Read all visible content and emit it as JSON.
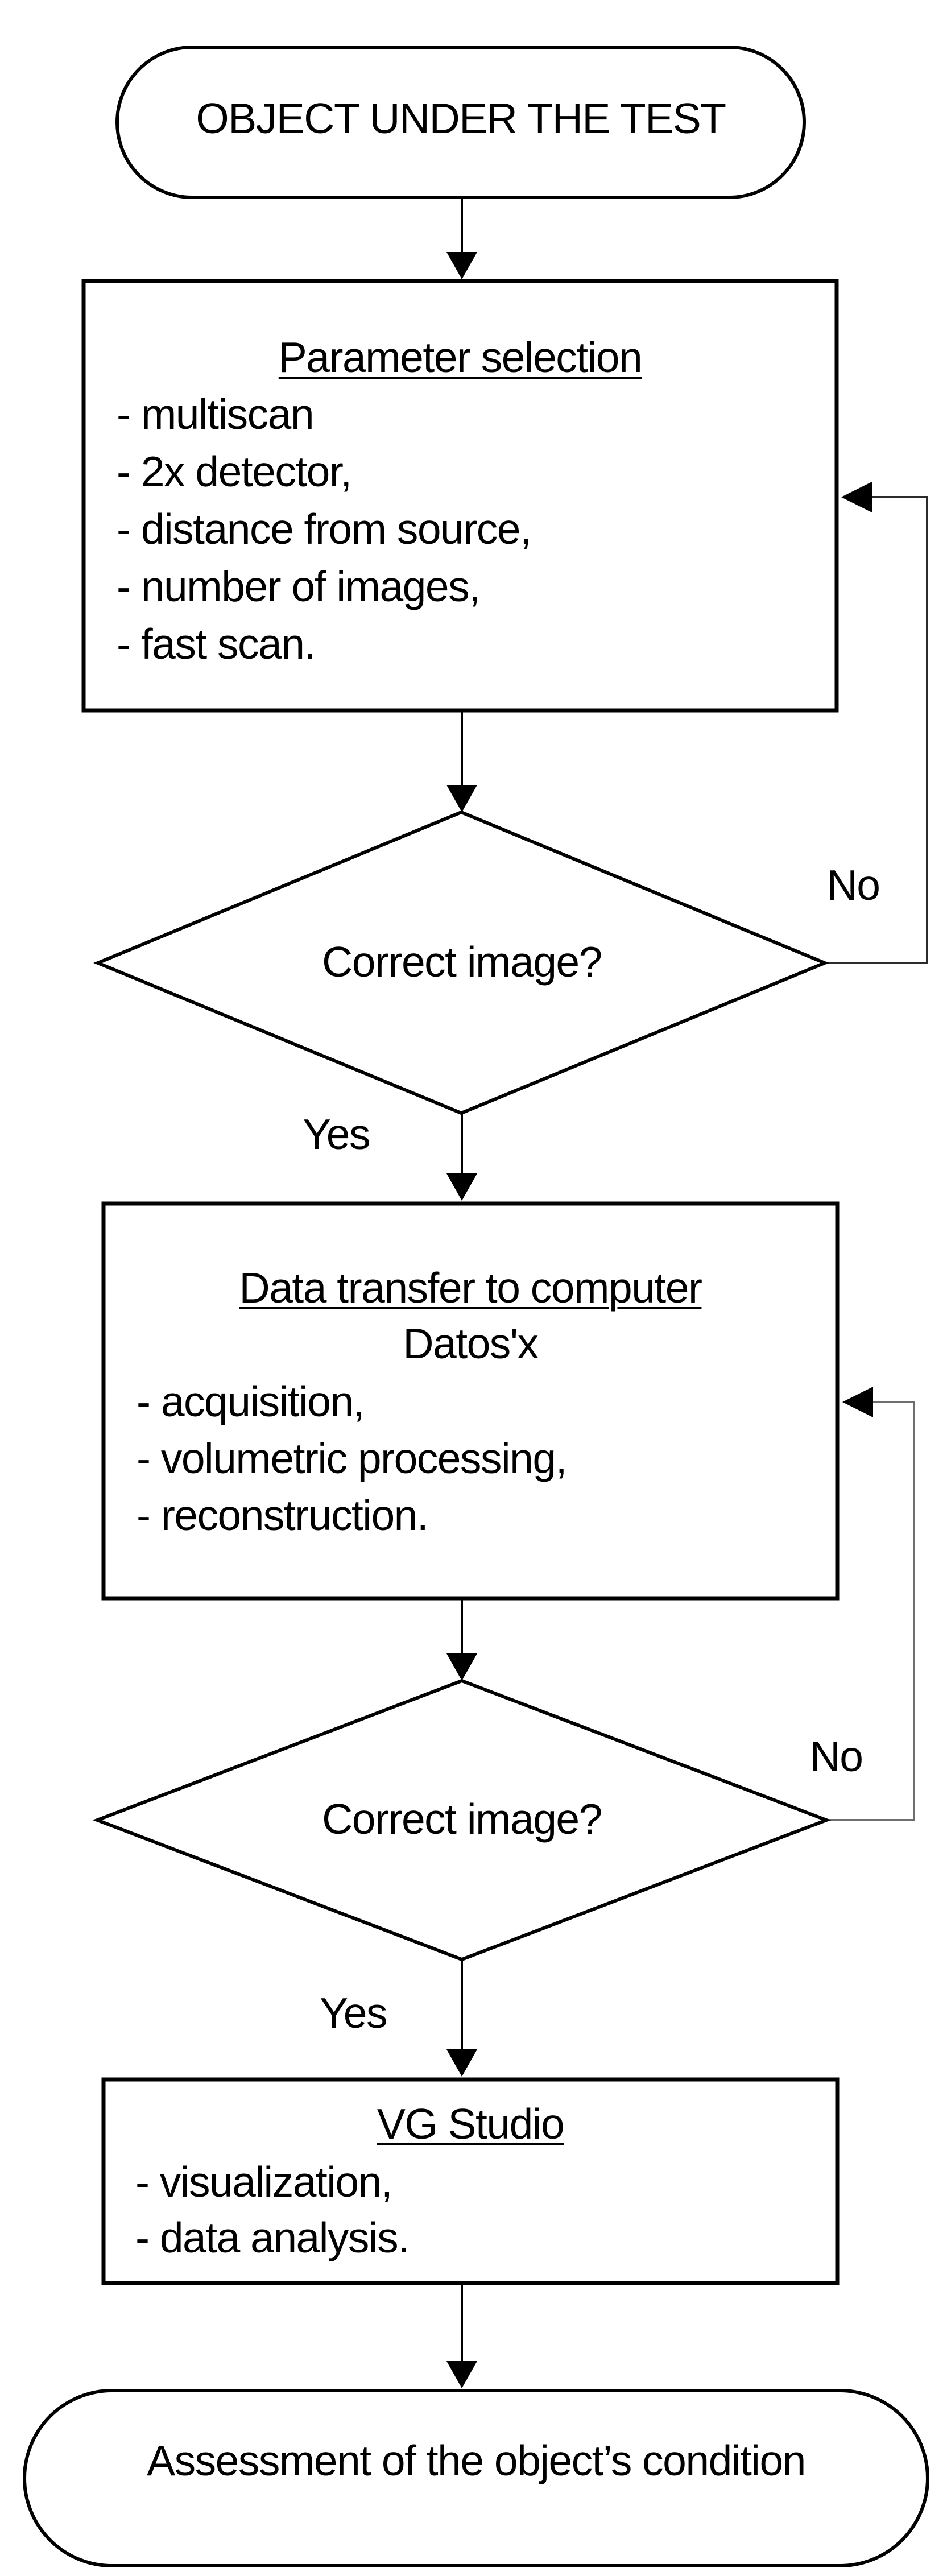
{
  "flowchart": {
    "start": {
      "label": "OBJECT UNDER THE TEST"
    },
    "step1": {
      "title": "Parameter selection",
      "items": [
        "- multiscan",
        "- 2x detector,",
        "- distance from source,",
        "- number of images,",
        "- fast scan."
      ]
    },
    "decision1": {
      "label": "Correct image?",
      "yes_label": "Yes",
      "no_label": "No"
    },
    "step2": {
      "title": "Data transfer to computer",
      "subtitle": "Datos'x",
      "items": [
        "- acquisition,",
        "- volumetric processing,",
        "- reconstruction."
      ]
    },
    "decision2": {
      "label": "Correct image?",
      "yes_label": "Yes",
      "no_label": "No"
    },
    "step3": {
      "title": "VG Studio",
      "items": [
        "- visualization,",
        "- data analysis."
      ]
    },
    "end": {
      "label": "Assessment of the object’s condition"
    },
    "colors": {
      "shape_stroke": "#000000",
      "shape_fill": "#ffffff",
      "text": "#000000",
      "loop1_stroke": "#2b2b2b",
      "loop2_stroke": "#6e6e6e"
    }
  }
}
